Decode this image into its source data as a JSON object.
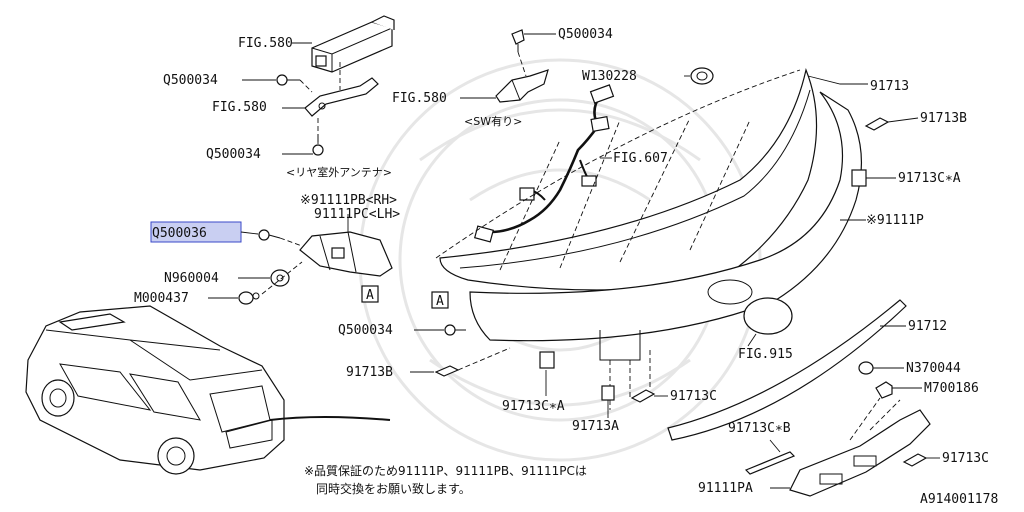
{
  "diagram_id": "A914001178",
  "labels": {
    "fig580_top": "FIG.580",
    "q500034_left_a": "Q500034",
    "fig580_mid": "FIG.580",
    "q500034_left_b": "Q500034",
    "antenna_note": "<リヤ室外アンテナ>",
    "q500034_top": "Q500034",
    "fig580_center": "FIG.580",
    "sw_note": "<SW有り>",
    "w130228": "W130228",
    "p91713": "91713",
    "p91713b_right": "91713B",
    "fig607": "FIG.607",
    "p91713c_a_right": "91713C∗A",
    "p91111p": "※91111P",
    "p91111pb": "※91111PB<RH>",
    "p91111pc": "91111PC<LH>",
    "q500036": "Q500036",
    "n960004": "N960004",
    "m000437": "M000437",
    "box_a_left": "A",
    "box_a_center": "A",
    "q500034_center": "Q500034",
    "fig915": "FIG.915",
    "p91712": "91712",
    "n370044": "N370044",
    "m700186": "M700186",
    "p91713b_left": "91713B",
    "p91713c_a_bottom": "91713C∗A",
    "p91713c_mid": "91713C",
    "p91713a": "91713A",
    "p91713c_b": "91713C∗B",
    "p91713c_right": "91713C",
    "p91111pa": "91111PA",
    "footnote_line1": "※品質保証のため91111P、91111PB、91111PCは",
    "footnote_line2": "同時交換をお願い致します。"
  },
  "highlight": {
    "label": "q500036",
    "color": "#c9cff2"
  },
  "colors": {
    "ink": "#111111",
    "highlight_border": "#3a48c8",
    "watermark": "#e6e6e6"
  }
}
